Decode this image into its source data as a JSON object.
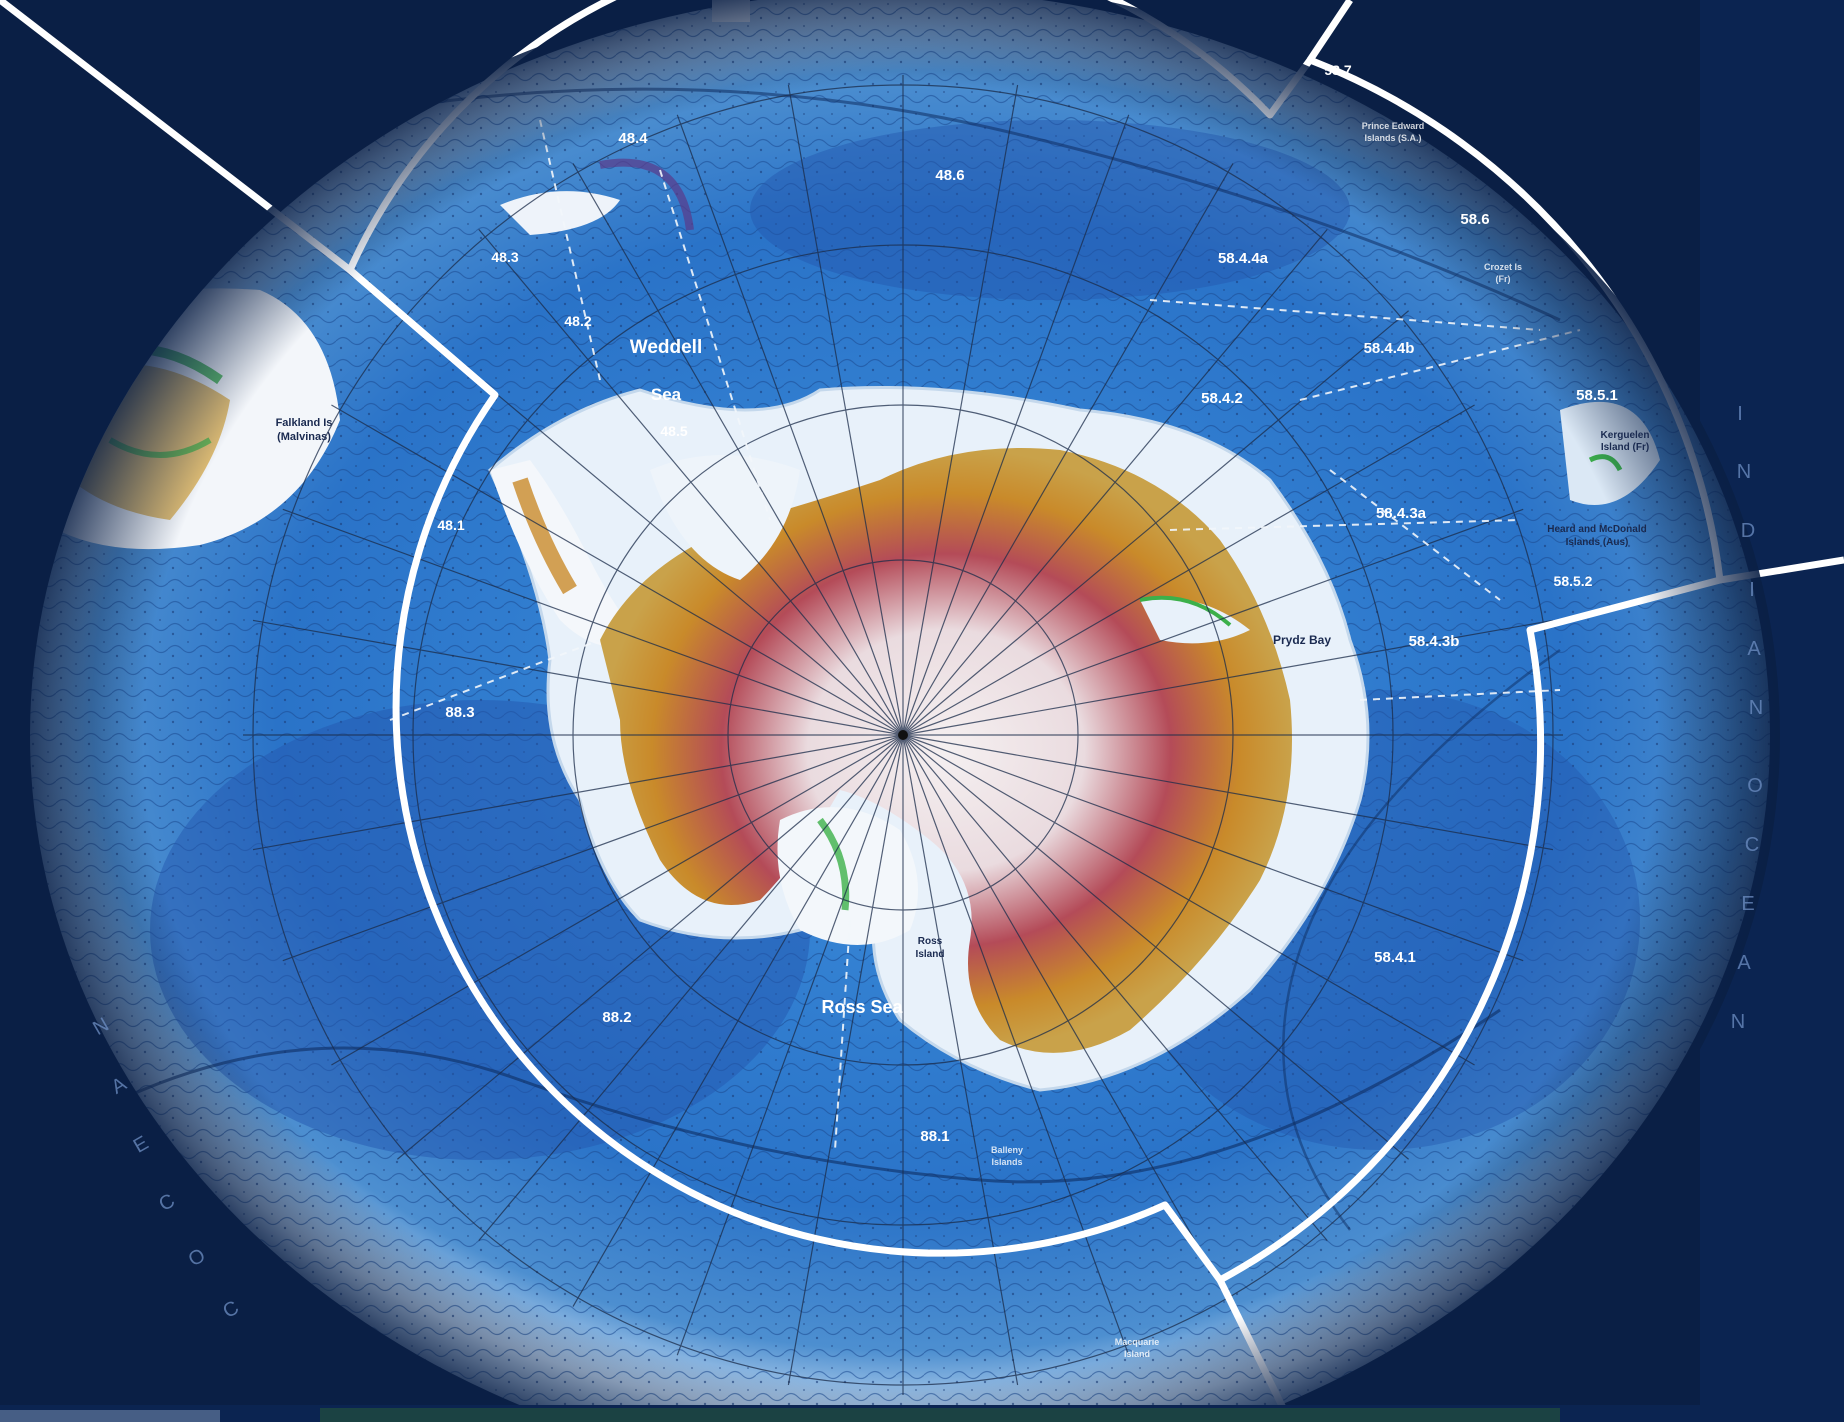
{
  "map": {
    "sea_labels": {
      "weddell_1": "Weddell",
      "weddell_2": "Sea",
      "ross": "Ross Sea",
      "prydz": "Prydz Bay"
    },
    "island_labels": {
      "falkland_1": "Falkland Is",
      "falkland_2": "(Malvinas)",
      "ross_island_1": "Ross",
      "ross_island_2": "Island",
      "kerguelen_1": "Kerguelen",
      "kerguelen_2": "Island (Fr)",
      "heard_1": "Heard and McDonald",
      "heard_2": "Islands (Aus)",
      "prince_edward_1": "Prince Edward",
      "prince_edward_2": "Islands (S.A.)",
      "crozet_1": "Crozet Is",
      "crozet_2": "(Fr)",
      "balleny_1": "Balleny",
      "balleny_2": "Islands",
      "macquarie_1": "Macquarie",
      "macquarie_2": "Island"
    },
    "area_labels": [
      "48.4",
      "48.6",
      "48.3",
      "48.2",
      "48.5",
      "48.1",
      "58.7",
      "58.6",
      "58.4.4a",
      "58.4.4b",
      "58.4.2",
      "58.5.1",
      "58.4.3a",
      "58.5.2",
      "58.4.3b",
      "58.4.1",
      "88.3",
      "88.2",
      "88.1"
    ],
    "indian_ocean_letters": [
      "I",
      "N",
      "D",
      "I",
      "A",
      "N",
      "O",
      "C",
      "E",
      "A",
      "N"
    ],
    "pacific_ocean_letters": [
      "N",
      "A",
      "E",
      "C",
      "O",
      "C"
    ],
    "colors": {
      "background": "#0a1f45",
      "ocean_light": "#6fb6ea",
      "ocean_mid": "#2f7cd0",
      "ocean_deep": "#1f55a8",
      "ice_shelf": "#e8f1fa",
      "ice_sheet_low": "#c48a2c",
      "ice_sheet_mid": "#b6505a",
      "ice_sheet_high": "#f2eef0",
      "vegetation": "#3cb04a",
      "boundary_white": "#ffffff"
    }
  }
}
